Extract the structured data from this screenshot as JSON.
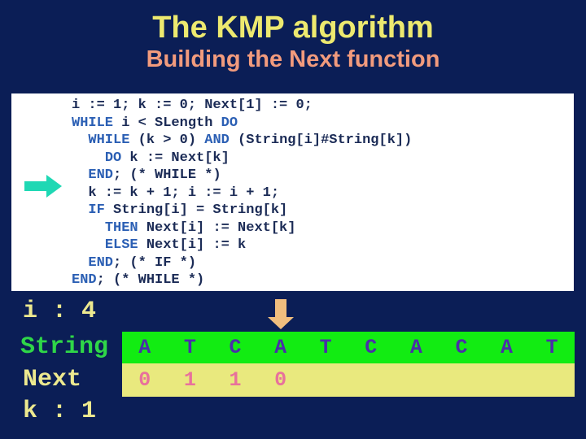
{
  "slide": {
    "title": "The KMP algorithm",
    "subtitle": "Building the Next function"
  },
  "code": {
    "keywords": [
      "WHILE",
      "DO",
      "AND",
      "END",
      "IF",
      "THEN",
      "ELSE"
    ],
    "lines": [
      "i := 1; k := 0; Next[1] := 0;",
      "WHILE i < SLength DO",
      "  WHILE (k > 0) AND (String[i]#String[k])",
      "    DO k := Next[k]",
      "  END; (* WHILE *)",
      "  k := k + 1; i := i + 1;",
      "  IF String[i] = String[k]",
      "    THEN Next[i] := Next[k]",
      "    ELSE Next[i] := k",
      "  END; (* IF *)",
      "END; (* WHILE *)"
    ],
    "arrow_line_index": 4
  },
  "trace": {
    "i_label": "i : 4",
    "string_label": "String",
    "next_label": "Next",
    "k_label": "k : 1",
    "string_chars": [
      "A",
      "T",
      "C",
      "A",
      "T",
      "C",
      "A",
      "C",
      "A",
      "T"
    ],
    "next_values": [
      "0",
      "1",
      "1",
      "0"
    ],
    "pointer_cell_index": 3
  },
  "colors": {
    "background": "#0B1E56",
    "title": "#EDE96F",
    "subtitle": "#F29B7D",
    "code_panel_bg": "#FFFFFF",
    "code_text": "#1B2B56",
    "code_keyword": "#2B5FB4",
    "exec_arrow": "#1FD8B4",
    "down_arrow": "#F0BE7E",
    "string_bar_bg": "#12EC12",
    "string_label": "#2FD648",
    "string_char": "#4A2FA8",
    "next_bar_bg": "#E9E97E",
    "next_value": "#E8719C",
    "label_text": "#EDE98F"
  }
}
